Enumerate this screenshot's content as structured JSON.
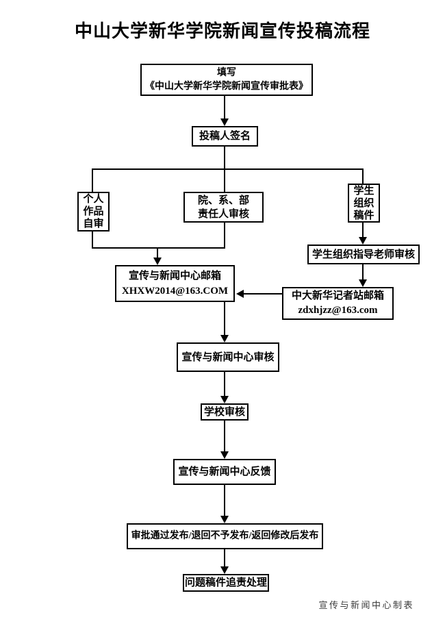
{
  "title": "中山大学新华学院新闻宣传投稿流程",
  "footer": "宣传与新闻中心制表",
  "colors": {
    "line": "#000000",
    "text": "#000000",
    "background": "#ffffff",
    "footer_text": "#3b3b3b"
  },
  "nodes": {
    "fill_form": {
      "text": "填写\n《中山大学新华学院新闻宣传审批表》"
    },
    "sign": {
      "text": "投稿人签名"
    },
    "self_review": {
      "text": "个人\n作品\n自审"
    },
    "dept_review": {
      "text": "院、系、部\n责任人审核"
    },
    "student_org": {
      "text": "学生\n组织\n稿件"
    },
    "center_mailbox": {
      "text": "宣传与新闻中心邮箱\nXHXW2014@163.COM"
    },
    "teacher_review": {
      "text": "学生组织指导老师审核"
    },
    "reporter_mailbox": {
      "text": "中大新华记者站邮箱\nzdxhjzz@163.com"
    },
    "center_review": {
      "text": "宣传与新闻中心审核"
    },
    "school_review": {
      "text": "学校审核"
    },
    "center_feedback": {
      "text": "宣传与新闻中心反馈"
    },
    "publish_result": {
      "text": "审批通过发布/退回不予发布/返回修改后发布"
    },
    "accountability": {
      "text": "问题稿件追责处理"
    }
  }
}
